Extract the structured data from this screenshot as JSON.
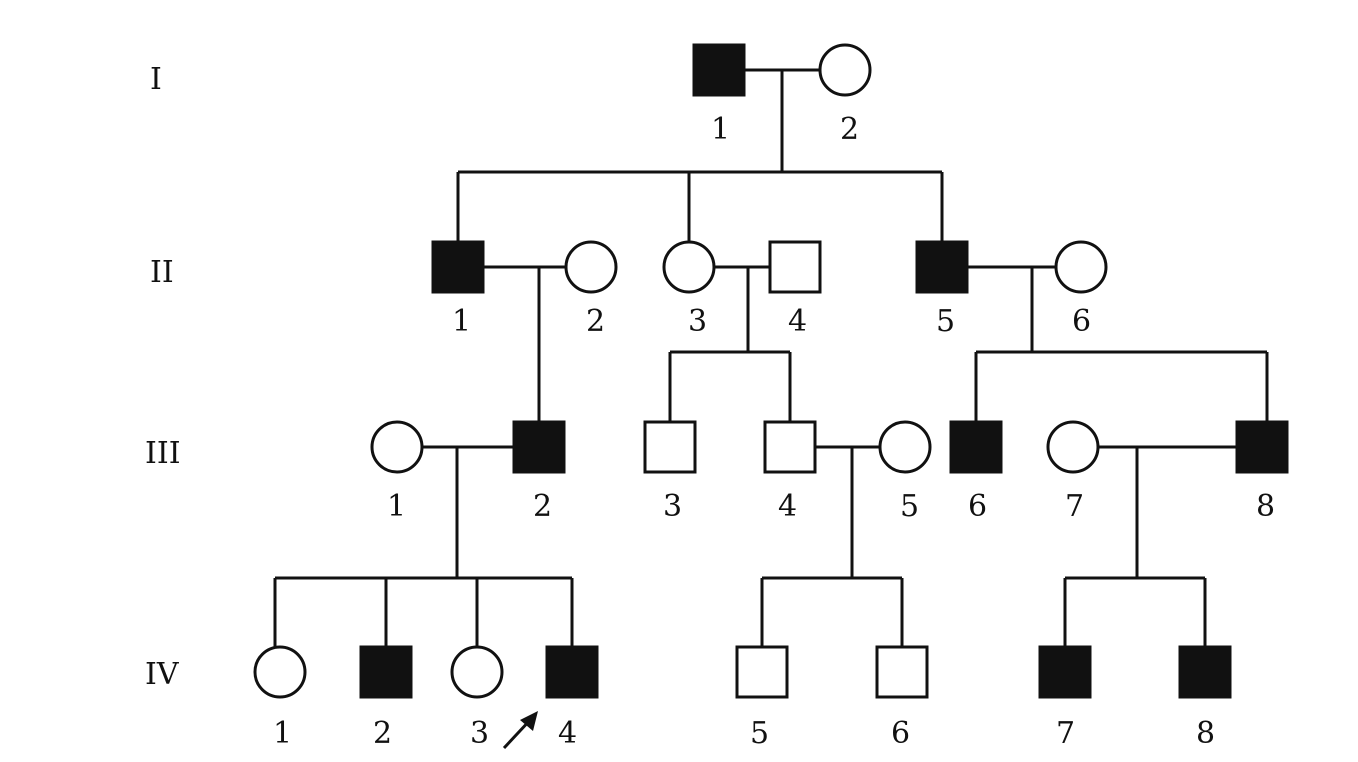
{
  "generations": [
    "I",
    "II",
    "III",
    "IV"
  ],
  "individuals": {
    "I-1": {
      "label": "1",
      "sex": "male",
      "affected": true
    },
    "I-2": {
      "label": "2",
      "sex": "female",
      "affected": false
    },
    "II-1": {
      "label": "1",
      "sex": "male",
      "affected": true
    },
    "II-2": {
      "label": "2",
      "sex": "female",
      "affected": false
    },
    "II-3": {
      "label": "3",
      "sex": "female",
      "affected": false
    },
    "II-4": {
      "label": "4",
      "sex": "male",
      "affected": false
    },
    "II-5": {
      "label": "5",
      "sex": "male",
      "affected": true
    },
    "II-6": {
      "label": "6",
      "sex": "female",
      "affected": false
    },
    "III-1": {
      "label": "1",
      "sex": "female",
      "affected": false
    },
    "III-2": {
      "label": "2",
      "sex": "male",
      "affected": true
    },
    "III-3": {
      "label": "3",
      "sex": "male",
      "affected": false
    },
    "III-4": {
      "label": "4",
      "sex": "male",
      "affected": false
    },
    "III-5": {
      "label": "5",
      "sex": "female",
      "affected": false
    },
    "III-6": {
      "label": "6",
      "sex": "male",
      "affected": true
    },
    "III-7": {
      "label": "7",
      "sex": "female",
      "affected": false
    },
    "III-8": {
      "label": "8",
      "sex": "male",
      "affected": true
    },
    "IV-1": {
      "label": "1",
      "sex": "female",
      "affected": false
    },
    "IV-2": {
      "label": "2",
      "sex": "male",
      "affected": true
    },
    "IV-3": {
      "label": "3",
      "sex": "female",
      "affected": false
    },
    "IV-4": {
      "label": "4",
      "sex": "male",
      "affected": true,
      "proband": true
    },
    "IV-5": {
      "label": "5",
      "sex": "male",
      "affected": false
    },
    "IV-6": {
      "label": "6",
      "sex": "male",
      "affected": false
    },
    "IV-7": {
      "label": "7",
      "sex": "male",
      "affected": true
    },
    "IV-8": {
      "label": "8",
      "sex": "male",
      "affected": true
    }
  },
  "families": [
    {
      "parents": [
        "I-1",
        "I-2"
      ],
      "children": [
        "II-1",
        "II-3",
        "II-5"
      ]
    },
    {
      "parents": [
        "II-1",
        "II-2"
      ],
      "children": [
        "III-2"
      ]
    },
    {
      "parents": [
        "II-3",
        "II-4"
      ],
      "children": [
        "III-3",
        "III-4"
      ]
    },
    {
      "parents": [
        "II-5",
        "II-6"
      ],
      "children": [
        "III-6",
        "III-8"
      ]
    },
    {
      "parents": [
        "III-1",
        "III-2"
      ],
      "children": [
        "IV-1",
        "IV-2",
        "IV-3",
        "IV-4"
      ]
    },
    {
      "parents": [
        "III-4",
        "III-5"
      ],
      "children": [
        "IV-5",
        "IV-6"
      ]
    },
    {
      "parents": [
        "III-7",
        "III-8"
      ],
      "children": [
        "IV-7",
        "IV-8"
      ]
    }
  ],
  "colors": {
    "ink": "#111111",
    "paper": "#ffffff"
  }
}
